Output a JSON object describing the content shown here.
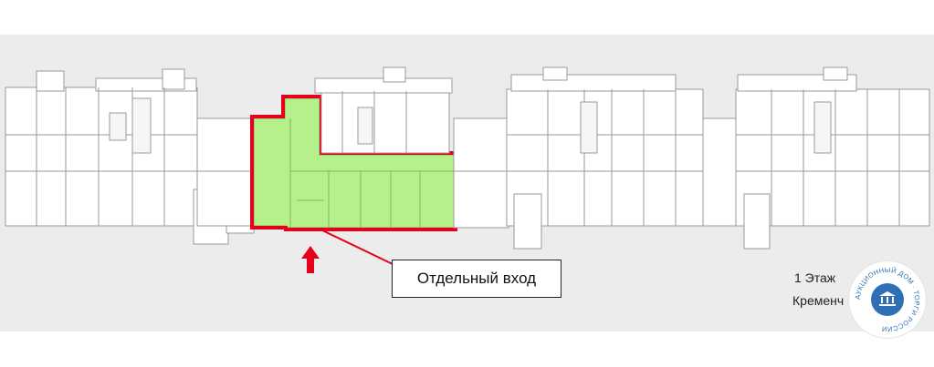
{
  "callout": {
    "label": "Отдельный вход"
  },
  "floor": {
    "label": "1 Этаж"
  },
  "building": {
    "label": "Кременч"
  },
  "seal": {
    "text": "АУКЦИОННЫЙ ДОМ · ТОРГИ РОССИИ"
  },
  "colors": {
    "highlight_fill": "#b6f08a",
    "highlight_border": "#e6001c",
    "arrow": "#e6001c",
    "wall": "#9a9a9a",
    "room_bg": "#ffffff",
    "plan_bg": "#ececec",
    "seal_blue": "#2f6fb5"
  }
}
